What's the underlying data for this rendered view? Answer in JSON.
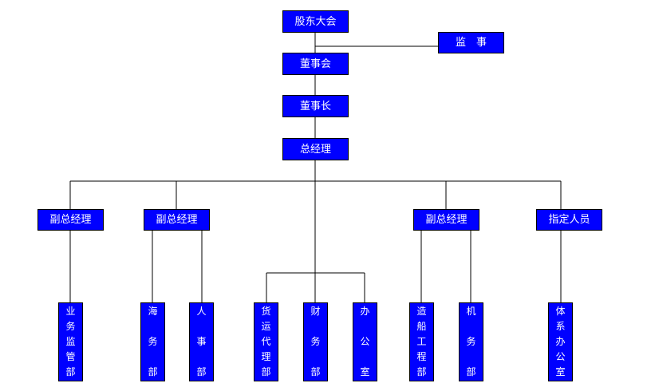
{
  "colors": {
    "box_fill": "#0000ff",
    "box_text": "#ffffff",
    "connector": "#000000"
  },
  "chart": {
    "top": {
      "shareholders_meeting": "股东大会",
      "supervisor": "监　事",
      "board": "董事会",
      "chairman": "董事长",
      "general_manager": "总经理"
    },
    "second_level": {
      "vgm_1": "副总经理",
      "vgm_2": "副总经理",
      "vgm_3": "副总经理",
      "designated_personnel": "指定人员"
    },
    "departments": {
      "business_supervision": "业\n务\n监\n管\n部",
      "maritime": "海\n\n务\n\n部",
      "personnel": "人\n\n事\n\n部",
      "freight_forwarding": "货\n运\n代\n理\n部",
      "finance": "财\n\n务\n\n部",
      "office": "办\n\n公\n\n室",
      "shipbuilding": "造\n船\n工\n程\n部",
      "engineering": "机\n\n务\n\n部",
      "system_office": "体\n系\n办\n公\n室"
    }
  }
}
